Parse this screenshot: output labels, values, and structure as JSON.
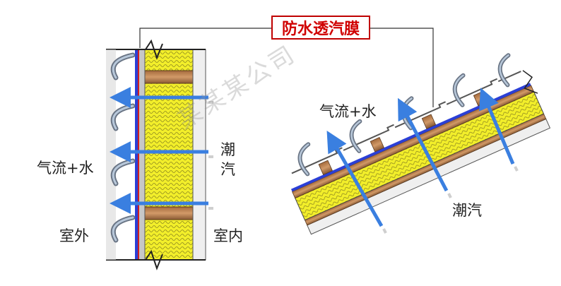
{
  "title": "防水透汽膜",
  "left": {
    "airflow_water": "气流+水",
    "moisture_line1": "潮",
    "moisture_line2": "汽",
    "outdoor": "室外",
    "indoor": "室内"
  },
  "right": {
    "airflow_water": "气流+水",
    "moisture": "潮汽"
  },
  "watermark": "某某某公司",
  "colors": {
    "membrane": "#2b3fd6",
    "arrow": "#3a7fe0",
    "insulation": "#f2ee2a",
    "wood": "#8a5a34",
    "wood_light": "#c98f5e",
    "title_red": "#d00000"
  }
}
